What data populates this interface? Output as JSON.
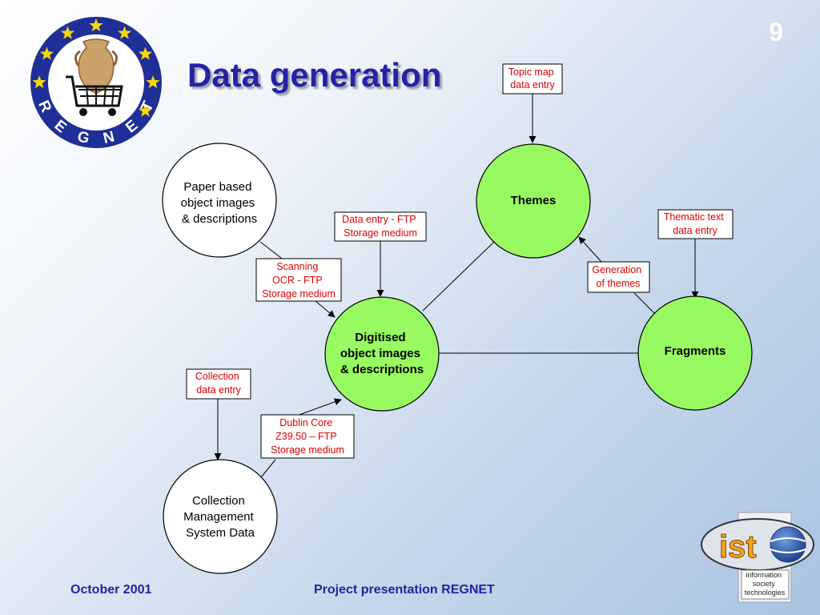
{
  "slide": {
    "title": "Data generation",
    "page_number": "9",
    "footer_left": "October 2001",
    "footer_center": "Project presentation REGNET"
  },
  "nodes": {
    "paper": {
      "lines": [
        "Paper based",
        "object images",
        "& descriptions"
      ]
    },
    "digitised": {
      "lines": [
        "Digitised",
        "object images",
        "& descriptions"
      ]
    },
    "themes": {
      "lines": [
        "Themes"
      ]
    },
    "fragments": {
      "lines": [
        "Fragments"
      ]
    },
    "cms": {
      "lines": [
        "Collection",
        "Management",
        "System Data"
      ]
    }
  },
  "labels": {
    "topic_map": [
      "Topic map",
      "data entry"
    ],
    "data_entry_ftp": [
      "Data entry - FTP",
      "Storage medium"
    ],
    "thematic_text": [
      "Thematic text",
      "data entry"
    ],
    "scanning": [
      "Scanning",
      "OCR - FTP",
      "Storage medium"
    ],
    "generation": [
      "Generation",
      "of themes"
    ],
    "collection_entry": [
      "Collection",
      "data entry"
    ],
    "dublin_core": [
      "Dublin Core",
      "Z39.50 – FTP",
      "Storage medium"
    ]
  },
  "logos": {
    "regnet_text": "REGNET",
    "ist_text": "ist",
    "ist_caption": [
      "information",
      "society",
      "technologies"
    ]
  },
  "colors": {
    "title": "#2323a8",
    "footer": "#23239e",
    "node_green": "#98fa61",
    "node_white": "#ffffff",
    "label_text": "#e00000",
    "eu_blue": "#1f2f97",
    "star_yellow": "#f5d60a"
  }
}
